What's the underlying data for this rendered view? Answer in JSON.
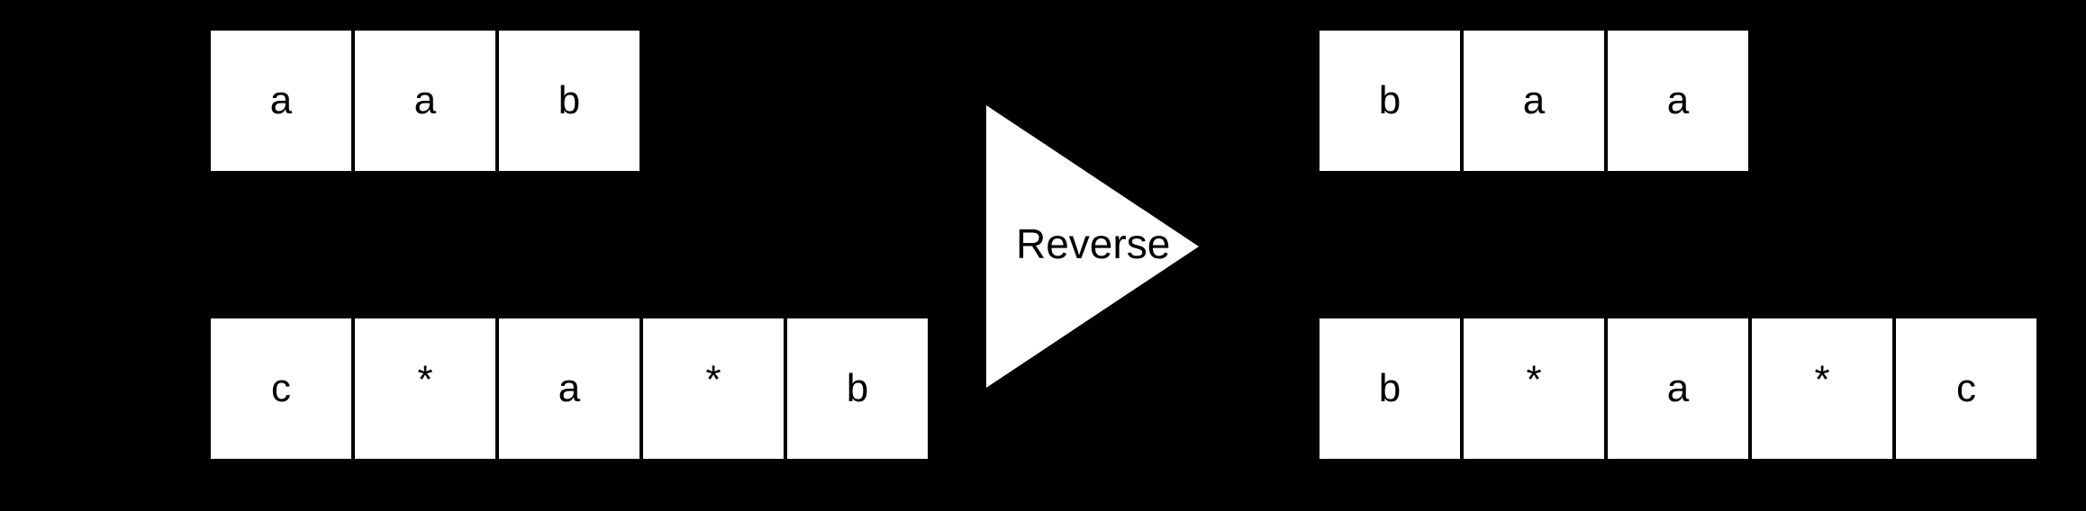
{
  "diagram": {
    "title": "Reverse",
    "background_color": "#000000",
    "cell_fill_color": "#ffffff",
    "cell_border_color": "#000000",
    "text_color": "#000000",
    "arrow": {
      "label": "Reverse",
      "icon": "right-triangle-icon",
      "fill_color": "#ffffff",
      "direction": "right"
    },
    "arrays": {
      "input_top": {
        "role": "input",
        "cells": [
          {
            "value": "a",
            "kind": "letter"
          },
          {
            "value": "a",
            "kind": "letter"
          },
          {
            "value": "b",
            "kind": "letter"
          }
        ]
      },
      "input_bottom": {
        "role": "input",
        "cells": [
          {
            "value": "c",
            "kind": "letter"
          },
          {
            "value": "*",
            "kind": "star"
          },
          {
            "value": "a",
            "kind": "letter"
          },
          {
            "value": "*",
            "kind": "star"
          },
          {
            "value": "b",
            "kind": "letter"
          }
        ]
      },
      "output_top": {
        "role": "output",
        "cells": [
          {
            "value": "b",
            "kind": "letter"
          },
          {
            "value": "a",
            "kind": "letter"
          },
          {
            "value": "a",
            "kind": "letter"
          }
        ]
      },
      "output_bottom": {
        "role": "output",
        "cells": [
          {
            "value": "b",
            "kind": "letter"
          },
          {
            "value": "*",
            "kind": "star"
          },
          {
            "value": "a",
            "kind": "letter"
          },
          {
            "value": "*",
            "kind": "star"
          },
          {
            "value": "c",
            "kind": "letter"
          }
        ]
      }
    }
  }
}
